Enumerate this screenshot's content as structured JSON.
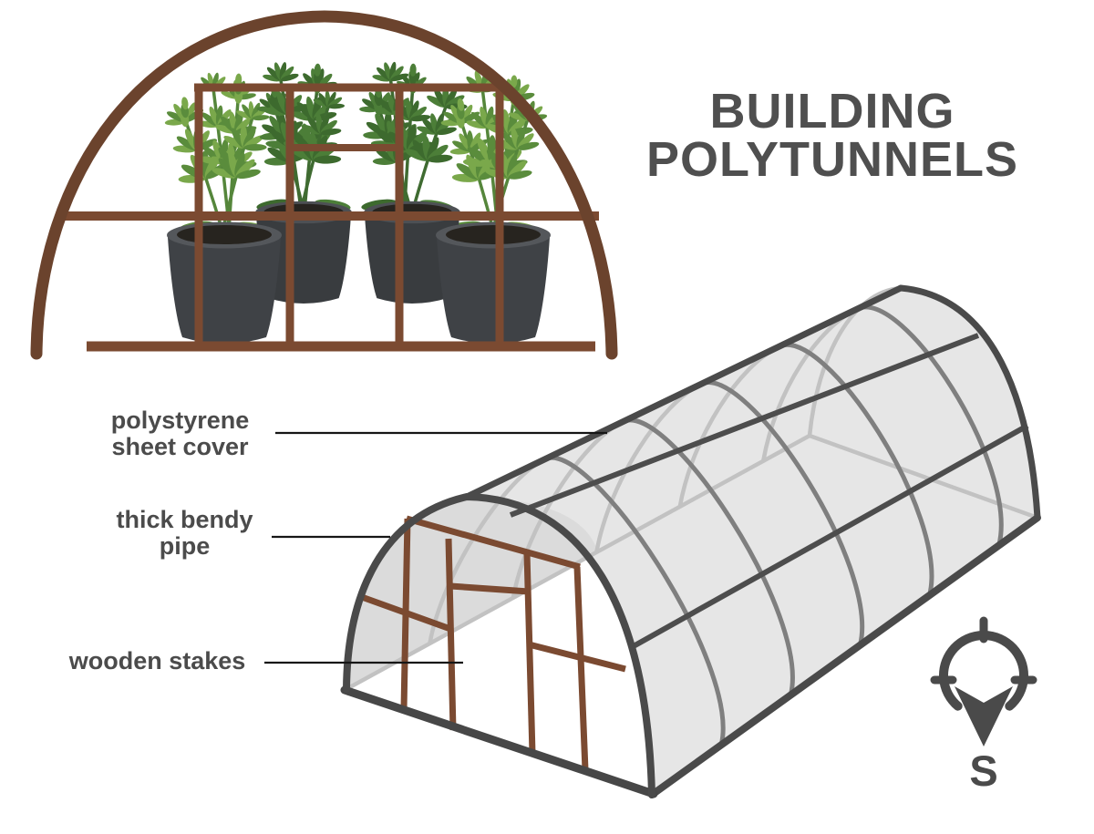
{
  "title": {
    "line1": "BUILDING",
    "line2": "POLYTUNNELS"
  },
  "labels": [
    {
      "id": "polystyrene-sheet-cover",
      "line1": "polystyrene",
      "line2": "sheet cover"
    },
    {
      "id": "thick-bendy-pipe",
      "line1": "thick bendy",
      "line2": "pipe"
    },
    {
      "id": "wooden-stakes",
      "line1": "wooden stakes",
      "line2": ""
    }
  ],
  "compass": {
    "letter": "S",
    "icon": "compass-south-icon"
  },
  "palette": {
    "title_color": "#4f4f4f",
    "label_color": "#4b4b4b",
    "leader_line_color": "#161616",
    "arch_brown": "#6b432d",
    "frame_brown": "#7b4a31",
    "outline_gray": "#4a4a4a",
    "hoop_gray": "#7f7f7f",
    "interior_light_gray": "#c2c2c2",
    "cover_gray": "#e6e6e6",
    "front_shade_gray": "#dbdbdb",
    "pot_dark": "#3f4246",
    "soil_dark": "#27241f",
    "leaf_light": "#7aa84b",
    "leaf_dark": "#4c7e38",
    "compass_gray": "#4a4a4a"
  }
}
